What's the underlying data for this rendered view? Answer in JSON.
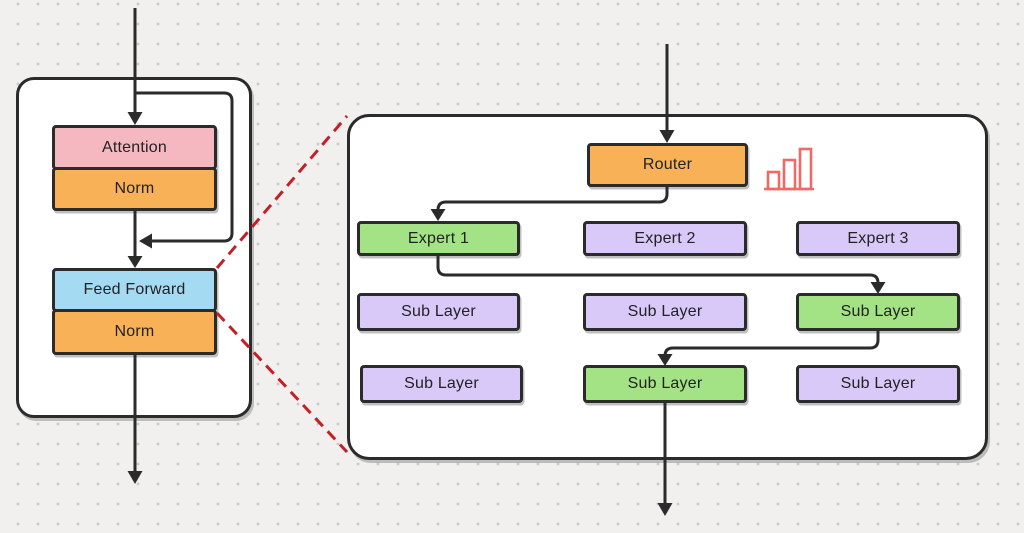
{
  "colors": {
    "bg": "#f1f0ee",
    "dot": "#c9c9c7",
    "stroke": "#2b2b2b",
    "text": "#222222",
    "pink": "#f5b8c1",
    "orange": "#f8b156",
    "blue": "#a5daf3",
    "green": "#a4e286",
    "purple": "#d9c9f8",
    "dashed_red": "#c22026",
    "icon_red": "#ef6a66"
  },
  "left_block": {
    "attention": "Attention",
    "norm_top": "Norm",
    "feed_forward": "Feed Forward",
    "norm_bottom": "Norm"
  },
  "right_block": {
    "router": "Router",
    "icon": "bar-chart",
    "experts": [
      {
        "label": "Expert 1",
        "state": "selected"
      },
      {
        "label": "Expert 2",
        "state": "unselected"
      },
      {
        "label": "Expert 3",
        "state": "unselected"
      }
    ],
    "sub_layer_row_1": [
      {
        "label": "Sub Layer",
        "state": "unselected"
      },
      {
        "label": "Sub Layer",
        "state": "unselected"
      },
      {
        "label": "Sub Layer",
        "state": "selected"
      }
    ],
    "sub_layer_row_2": [
      {
        "label": "Sub Layer",
        "state": "unselected"
      },
      {
        "label": "Sub Layer",
        "state": "selected"
      },
      {
        "label": "Sub Layer",
        "state": "unselected"
      }
    ]
  }
}
